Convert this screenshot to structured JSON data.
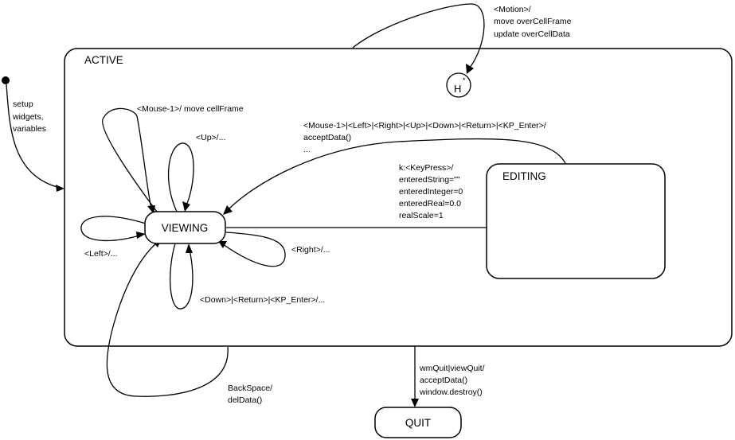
{
  "states": {
    "active": "ACTIVE",
    "viewing": "VIEWING",
    "editing": "EDITING",
    "quit": "QUIT",
    "history": "H",
    "history_sup": "*"
  },
  "labels": {
    "init": [
      "setup",
      "widgets,",
      "variables"
    ],
    "motion": [
      "<Motion>/",
      "move overCellFrame",
      "update overCellData"
    ],
    "mouse1": "<Mouse-1>/ move cellFrame",
    "up": "<Up>/...",
    "left": "<Left>/...",
    "right": "<Right>/...",
    "down": "<Down>|<Return>|<KP_Enter>/...",
    "editing_exit": [
      "<Mouse-1>|<Left>|<Right>|<Up>|<Down>|<Return>|<KP_Enter>/",
      "acceptData()",
      "..."
    ],
    "keypress": [
      "k:<KeyPress>/",
      "enteredString=\"\"",
      "enteredInteger=0",
      "enteredReal=0.0",
      "realScale=1"
    ],
    "backspace": [
      "BackSpace/",
      "delData()"
    ],
    "quit_trigger": [
      "wmQuit|viewQuit/",
      "acceptData()",
      "window.destroy()"
    ]
  }
}
